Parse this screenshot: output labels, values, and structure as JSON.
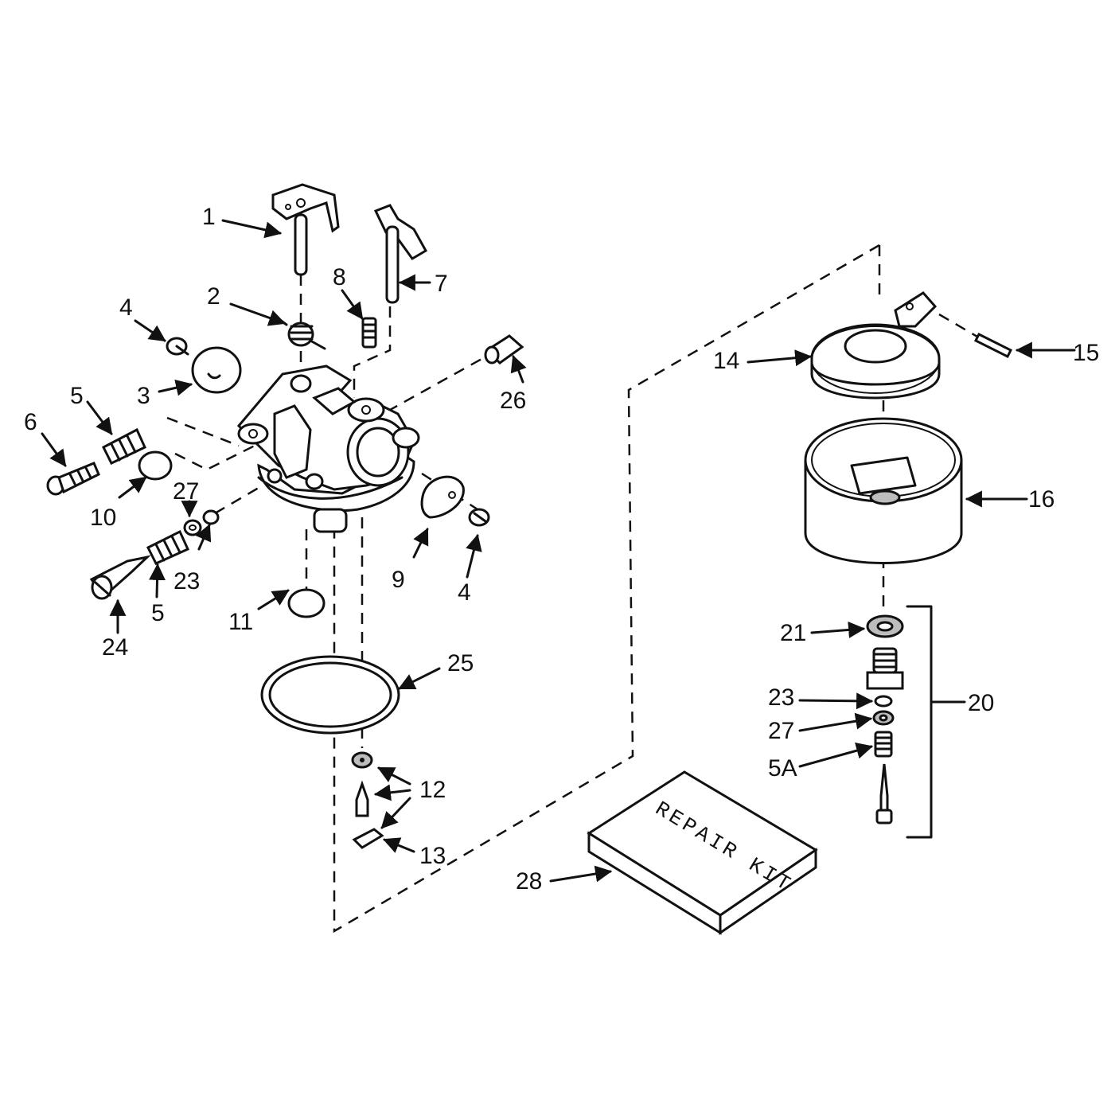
{
  "callouts": {
    "c1": "1",
    "c2": "2",
    "c3": "3",
    "c4a": "4",
    "c4b": "4",
    "c5a": "5",
    "c5b": "5",
    "c5A": "5A",
    "c6": "6",
    "c7": "7",
    "c8": "8",
    "c9": "9",
    "c10": "10",
    "c11": "11",
    "c12": "12",
    "c13": "13",
    "c14": "14",
    "c15": "15",
    "c16": "16",
    "c20": "20",
    "c21": "21",
    "c23a": "23",
    "c23b": "23",
    "c24": "24",
    "c25": "25",
    "c26": "26",
    "c27a": "27",
    "c27b": "27",
    "c28": "28"
  },
  "repair_kit": {
    "label": "REPAIR KIT"
  }
}
